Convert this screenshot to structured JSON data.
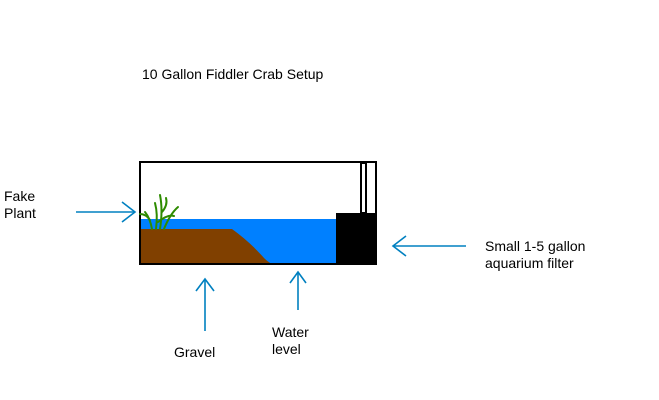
{
  "title": "10 Gallon Fiddler Crab Setup",
  "labels": {
    "fake_plant": [
      "Fake",
      "Plant"
    ],
    "filter": [
      "Small 1-5 gallon",
      "aquarium filter"
    ],
    "gravel": "Gravel",
    "water_level": [
      "Water",
      "level"
    ]
  },
  "colors": {
    "water": "#0080ff",
    "gravel": "#804000",
    "plant": "#2e8b00",
    "filter": "#000000",
    "arrow": "#0080c0",
    "tank_outline": "#000000"
  }
}
